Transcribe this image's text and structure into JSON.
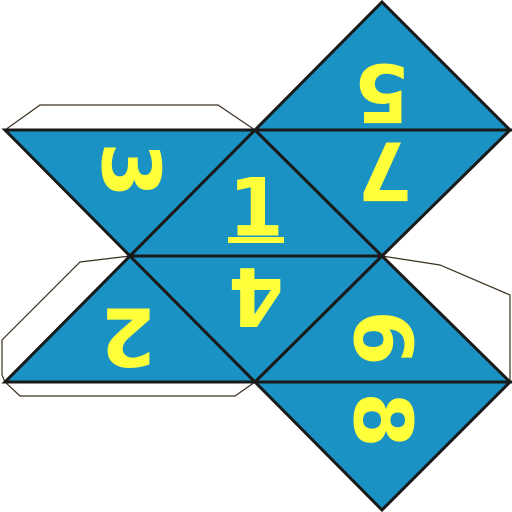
{
  "colors": {
    "face_fill": "#1b92c4",
    "face_stroke": "#1a1a1a",
    "number_fill": "#ffff3a",
    "tab_fill": "#ffffff"
  },
  "faces": [
    {
      "id": "face-1",
      "number": "1"
    },
    {
      "id": "face-2",
      "number": "2"
    },
    {
      "id": "face-3",
      "number": "3"
    },
    {
      "id": "face-4",
      "number": "4"
    },
    {
      "id": "face-5",
      "number": "5"
    },
    {
      "id": "face-7",
      "number": "7"
    },
    {
      "id": "face-6",
      "number": "6"
    },
    {
      "id": "face-8",
      "number": "8"
    }
  ]
}
